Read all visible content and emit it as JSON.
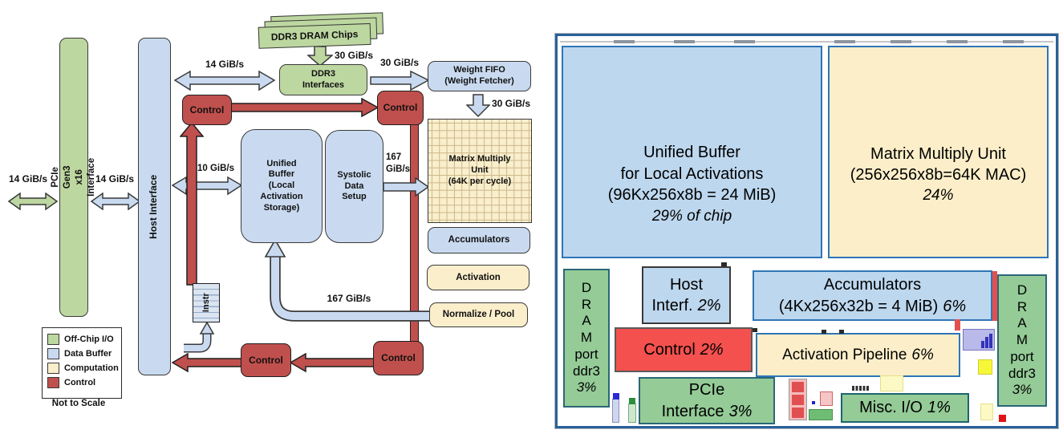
{
  "block_diagram": {
    "arrow_labels": {
      "pcie_in": "14 GiB/s",
      "pcie_host": "14 GiB/s",
      "host_ddr": "14 GiB/s",
      "host_ub": "10 GiB/s",
      "dram_to_ddr3": "30 GiB/s",
      "ddr3_to_fifo": "30 GiB/s",
      "fifo_to_mmu": "30 GiB/s",
      "ub_to_mmu_line1": "167",
      "ub_to_mmu_line2": "GiB/s",
      "return_path": "167 GiB/s"
    },
    "blocks": {
      "pcie": "PCIe Gen3 x16\nInterface",
      "host_interface": "Host Interface",
      "dram_chips": "DDR3 DRAM Chips",
      "ddr3_interfaces": "DDR3\nInterfaces",
      "weight_fifo": "Weight FIFO\n(Weight Fetcher)",
      "matrix_multiply": "Matrix Multiply\nUnit\n(64K per cycle)",
      "unified_buffer": "Unified\nBuffer\n(Local\nActivation\nStorage)",
      "systolic": "Systolic\nData\nSetup",
      "accumulators": "Accumulators",
      "activation": "Activation",
      "normalize_pool": "Normalize / Pool",
      "instr": "Instr",
      "control": "Control"
    },
    "legend": {
      "items": [
        {
          "label": "Off-Chip I/O",
          "color": "#bdd7a0"
        },
        {
          "label": "Data Buffer",
          "color": "#c9daf0"
        },
        {
          "label": "Computation",
          "color": "#fbeecb"
        },
        {
          "label": "Control",
          "color": "#c0504d"
        }
      ],
      "note": "Not to Scale"
    }
  },
  "floorplan": {
    "unified_buffer": {
      "line1": "Unified Buffer",
      "line2": "for Local Activations",
      "line3": "(96Kx256x8b = 24 MiB)",
      "pct": "29% of chip"
    },
    "matrix_multiply": {
      "line1": "Matrix Multiply Unit",
      "line2": "(256x256x8b=64K MAC)",
      "pct": "24%"
    },
    "dram_port_left": {
      "label": "D\nR\nA\nM\nport\nddr3",
      "pct": "3%"
    },
    "dram_port_right": {
      "label": "D\nR\nA\nM\nport\nddr3",
      "pct": "3%"
    },
    "host_interface": {
      "line1": "Host",
      "line2": "Interf.",
      "pct": "2%"
    },
    "control": {
      "label": "Control",
      "pct": "2%"
    },
    "pcie_interface": {
      "line1": "PCIe",
      "line2": "Interface",
      "pct": "3%"
    },
    "accumulators": {
      "line1": "Accumulators",
      "line2": "(4Kx256x32b = 4 MiB)",
      "pct": "6%"
    },
    "activation_pipeline": {
      "label": "Activation Pipeline",
      "pct": "6%"
    },
    "misc_io": {
      "label": "Misc. I/O",
      "pct": "1%"
    }
  },
  "colors": {
    "offchip_green": "#bdd7a0",
    "buffer_blue": "#c9daf0",
    "computation_tan": "#fbeecb",
    "control_red": "#c0504d",
    "floorplan_blue": "#bdd7ee",
    "floorplan_yellow": "#fbeec9",
    "floorplan_green": "#94cb97",
    "floorplan_red": "#f4514e",
    "frame_blue": "#2a6099"
  }
}
